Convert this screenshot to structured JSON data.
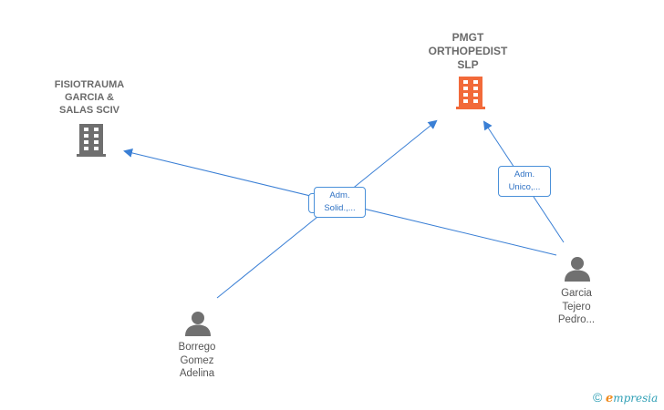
{
  "nodes": {
    "company_pmgt": {
      "lines": [
        "PMGT",
        "ORTHOPEDIST",
        "SLP"
      ],
      "icon": "building-icon",
      "color": "#f26a3a"
    },
    "company_fisio": {
      "lines": [
        "FISIOTRAUMA",
        "GARCIA &",
        "SALAS SCIV"
      ],
      "icon": "building-icon",
      "color": "#6f6f6f"
    },
    "person_borrego": {
      "lines": [
        "Borrego",
        "Gomez",
        "Adelina"
      ],
      "icon": "person-icon",
      "color": "#707070"
    },
    "person_garcia": {
      "lines": [
        "Garcia",
        "Tejero",
        "Pedro..."
      ],
      "icon": "person-icon",
      "color": "#707070"
    }
  },
  "edge_labels": {
    "solid": [
      "Adm.",
      "Solid.,..."
    ],
    "unico": [
      "Adm.",
      "Unico,..."
    ]
  },
  "colors": {
    "edge": "#3a7fd5"
  },
  "footer": {
    "copyright": "©",
    "brand_initial": "e",
    "brand_rest": "mpresia"
  }
}
